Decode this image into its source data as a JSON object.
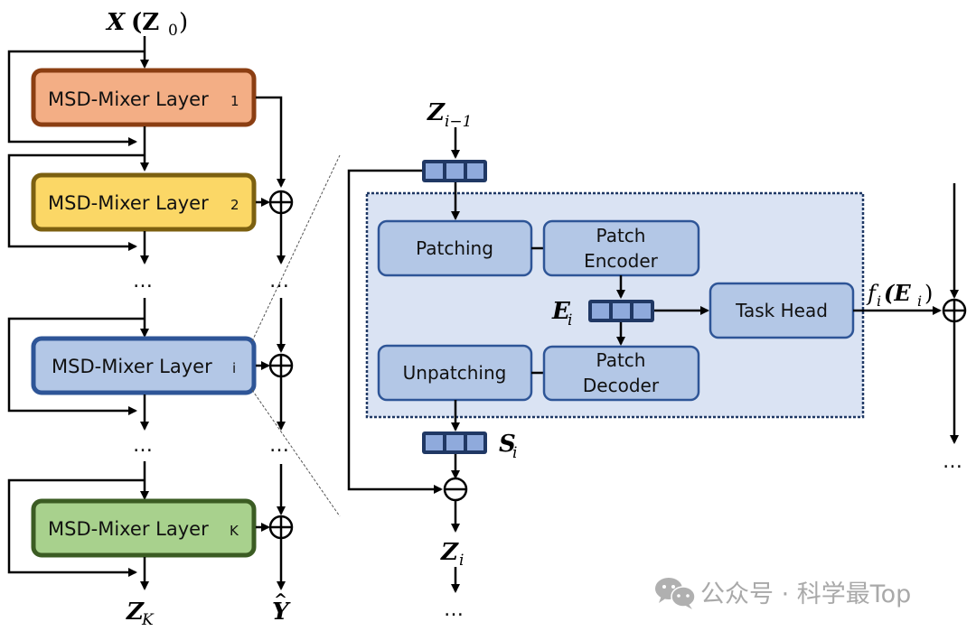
{
  "left_stack": {
    "input_label": "X",
    "input_paren": "(Z",
    "input_sub": "0",
    "input_close": ")",
    "layers": [
      {
        "label": "MSD-Mixer Layer",
        "index": "1",
        "fill": "#f3ae85",
        "stroke": "#8b3e12"
      },
      {
        "label": "MSD-Mixer Layer",
        "index": "2",
        "fill": "#fbd766",
        "stroke": "#7c6010"
      },
      {
        "label": "MSD-Mixer Layer",
        "index": "i",
        "fill": "#b3c7e6",
        "stroke": "#2e5597"
      },
      {
        "label": "MSD-Mixer Layer",
        "index": "K",
        "fill": "#a8d18d",
        "stroke": "#3b5c23"
      }
    ],
    "ellipsis": "…",
    "output_z": "Z",
    "output_z_sub": "K",
    "output_y": "Y",
    "output_y_hat": "^"
  },
  "detail": {
    "input_label": "Z",
    "input_sub": "i−1",
    "blocks": {
      "patching": "Patching",
      "patch_encoder_l1": "Patch",
      "patch_encoder_l2": "Encoder",
      "unpatching": "Unpatching",
      "patch_decoder_l1": "Patch",
      "patch_decoder_l2": "Decoder",
      "task_head": "Task Head"
    },
    "embedding_label": "E",
    "embedding_sub": "i",
    "residual_label": "S",
    "residual_sub": "i",
    "output_label": "Z",
    "output_sub": "i",
    "head_output_f": "f",
    "head_output_sub": "i",
    "head_output_arg": "(E",
    "head_output_arg_sub": "i",
    "head_output_close": ")",
    "ellipsis": "…"
  },
  "colors": {
    "block_fill": "#b3c7e6",
    "block_stroke": "#2e5597",
    "region_fill": "#dae3f3",
    "region_stroke": "#1f3864",
    "tensor_fill": "#8faadc",
    "tensor_stroke": "#203864"
  },
  "watermark": {
    "icon": "wechat-icon",
    "text": "公众号 · 科学最Top"
  }
}
